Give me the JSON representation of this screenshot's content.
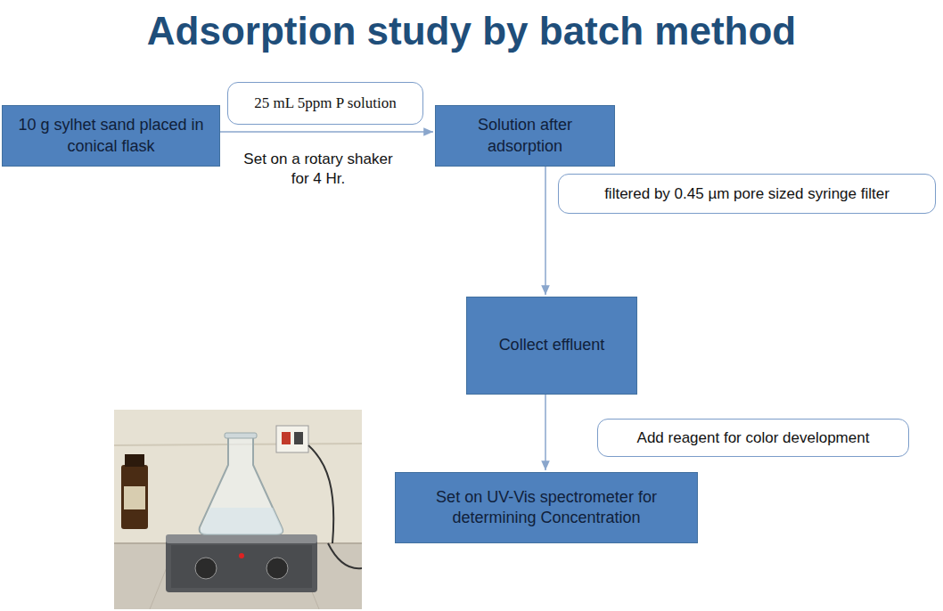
{
  "diagram": {
    "title": "Adsorption study by batch method",
    "nodes": [
      {
        "text": [
          "10 g sylhet sand placed in conical flask"
        ]
      },
      {
        "text": [
          "25 mL 5ppm P solution"
        ]
      },
      {
        "text": [
          "Solution after adsorption"
        ]
      },
      {
        "text": [
          "filtered by 0.45 µm pore sized syringe filter"
        ]
      },
      {
        "text": [
          "Collect effluent"
        ]
      },
      {
        "text": [
          "Add reagent for color development"
        ]
      },
      {
        "text": [
          "Set on UV-Vis spectrometer for determining Concentration"
        ]
      }
    ],
    "edges": [
      {
        "from": 0,
        "to": 2,
        "label": "Set on a rotary shaker for 4 Hr.",
        "arrow": "to"
      },
      {
        "from": 2,
        "to": 4,
        "arrow": "to"
      },
      {
        "from": 4,
        "to": 6,
        "arrow": "to"
      }
    ]
  }
}
